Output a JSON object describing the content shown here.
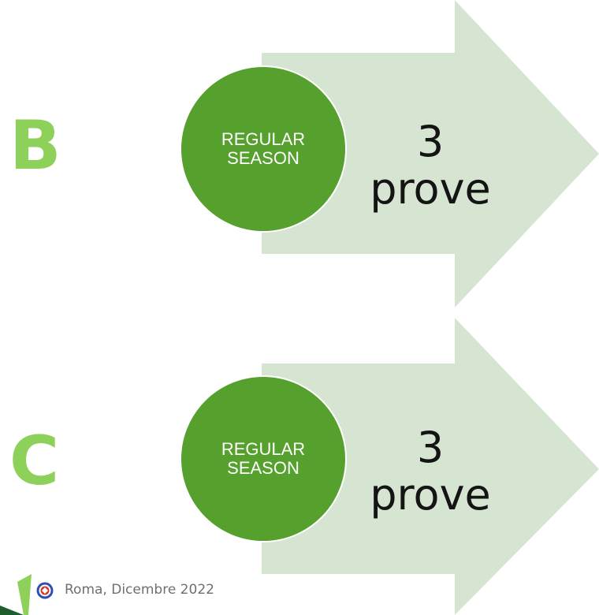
{
  "colors": {
    "arrow_fill": "#d5e5d1",
    "circle_fill": "#56a02e",
    "letter_color": "#8ed15a",
    "count_text": "#141414",
    "footer_text": "#6f6f6f"
  },
  "rows": [
    {
      "letter": "B",
      "stage_line1": "REGULAR",
      "stage_line2": "SEASON",
      "count_number": "3",
      "count_unit": "prove"
    },
    {
      "letter": "C",
      "stage_line1": "REGULAR",
      "stage_line2": "SEASON",
      "count_number": "3",
      "count_unit": "prove"
    }
  ],
  "footer": {
    "text": "Roma, Dicembre 2022",
    "logo_icon": "federation-logo-icon"
  }
}
